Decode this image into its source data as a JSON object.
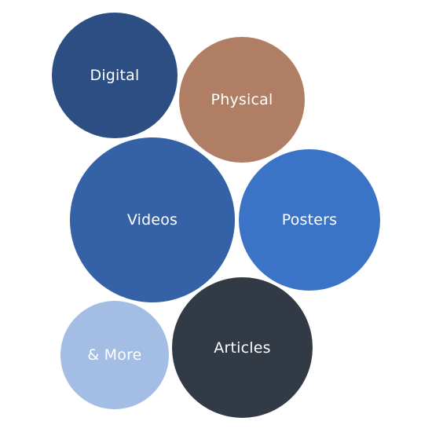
{
  "bubbles": [
    {
      "id": "digital",
      "label": "Digital",
      "color": "#2c4e83"
    },
    {
      "id": "physical",
      "label": "Physical",
      "color": "#b07e65"
    },
    {
      "id": "videos",
      "label": "Videos",
      "color": "#3561a6"
    },
    {
      "id": "posters",
      "label": "Posters",
      "color": "#3b74c7"
    },
    {
      "id": "more",
      "label": "& More",
      "color": "#a3bde4"
    },
    {
      "id": "articles",
      "label": "Articles",
      "color": "#323b45"
    }
  ]
}
